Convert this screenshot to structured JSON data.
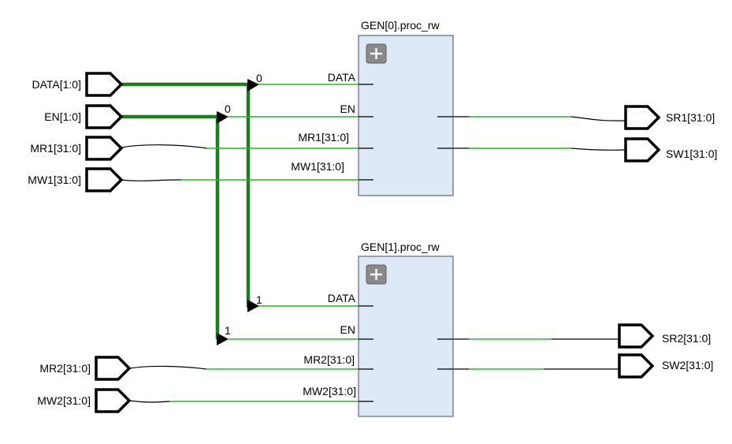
{
  "inputs": {
    "data": "DATA[1:0]",
    "en": "EN[1:0]",
    "mr1": "MR1[31:0]",
    "mw1": "MW1[31:0]",
    "mr2": "MR2[31:0]",
    "mw2": "MW2[31:0]"
  },
  "outputs": {
    "sr1": "SR1[31:0]",
    "sw1": "SW1[31:0]",
    "sr2": "SR2[31:0]",
    "sw2": "SW2[31:0]"
  },
  "blocks": [
    {
      "title": "GEN[0].proc_rw",
      "pins": {
        "data": "DATA",
        "en": "EN",
        "mr": "MR1[31:0]",
        "mw": "MW1[31:0]"
      }
    },
    {
      "title": "GEN[1].proc_rw",
      "pins": {
        "data": "DATA",
        "en": "EN",
        "mr": "MR2[31:0]",
        "mw": "MW2[31:0]"
      }
    }
  ],
  "bus_indices": {
    "data0": "0",
    "en0": "0",
    "data1": "1",
    "en1": "1"
  },
  "colors": {
    "wire": "#2bb52b",
    "bus": "#1e7d1e",
    "block_fill": "#dde9f7"
  }
}
